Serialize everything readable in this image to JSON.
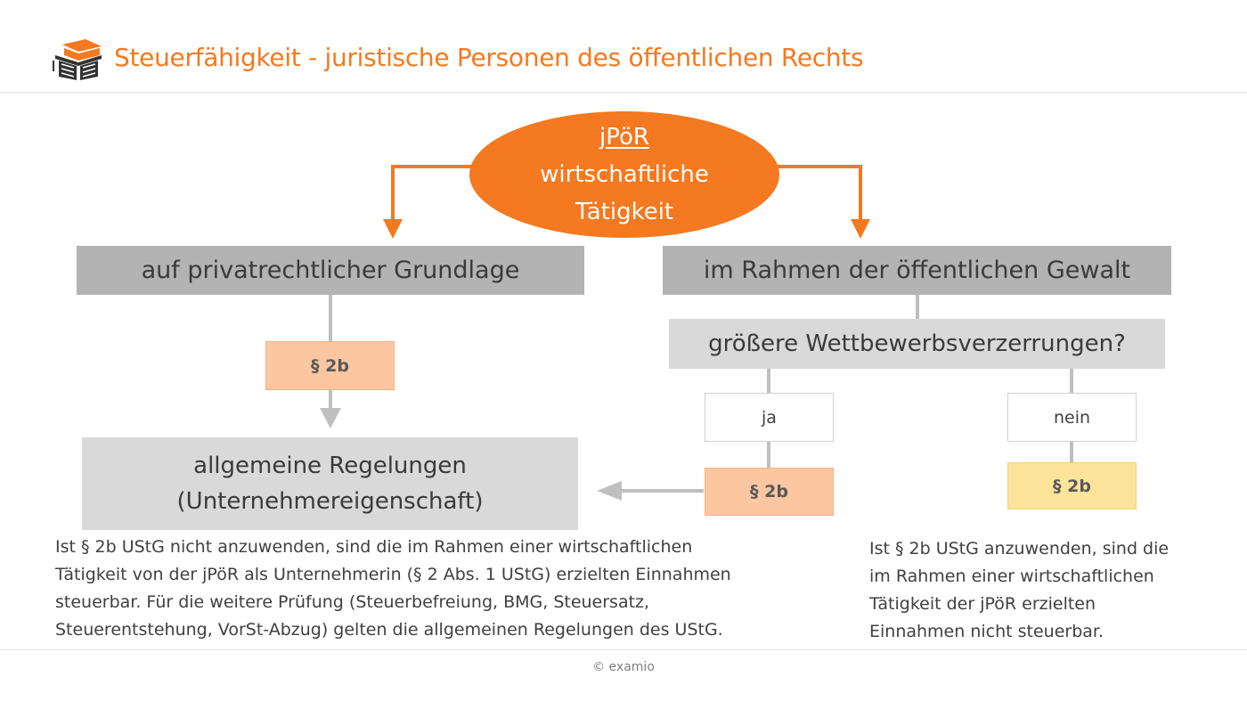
{
  "header": {
    "title": "Steuerfähigkeit - juristische Personen des öffentlichen Rechts",
    "logo_icon": "graduation-cap-book-icon"
  },
  "colors": {
    "accent": "#f47920",
    "dark_box": "#b3b3b3",
    "light_box": "#d9d9d9",
    "peach_box": "#fbc7a0",
    "yellow_box": "#fde49b",
    "gray_arrow": "#bfbfbf"
  },
  "diagram": {
    "root": {
      "line1": "jPöR",
      "line2": "wirtschaftliche",
      "line3": "Tätigkeit"
    },
    "left_branch": "auf privatrechtlicher Grundlage",
    "right_branch": "im Rahmen der öffentlichen Gewalt",
    "left_rule": "§ 2b",
    "question": "größere Wettbewerbsverzerrungen?",
    "yes_label": "ja",
    "no_label": "nein",
    "yes_rule": "§ 2b",
    "no_rule": "§ 2b",
    "result": {
      "line1": "allgemeine Regelungen",
      "line2": "(Unternehmereigenschaft)"
    }
  },
  "notes": {
    "left": [
      "Ist § 2b UStG nicht anzuwenden, sind die im Rahmen einer wirtschaftlichen",
      "Tätigkeit von der jPöR als Unternehmerin (§ 2 Abs. 1 UStG) erzielten Einnahmen",
      "steuerbar. Für die weitere Prüfung (Steuerbefreiung, BMG, Steuersatz,",
      "Steuerentstehung, VorSt-Abzug) gelten die allgemeinen Regelungen des UStG."
    ],
    "right": [
      "Ist § 2b UStG anzuwenden, sind die",
      "im Rahmen einer wirtschaftlichen",
      "Tätigkeit der jPöR erzielten",
      "Einnahmen nicht steuerbar."
    ]
  },
  "footer": {
    "copyright": "© examio"
  }
}
